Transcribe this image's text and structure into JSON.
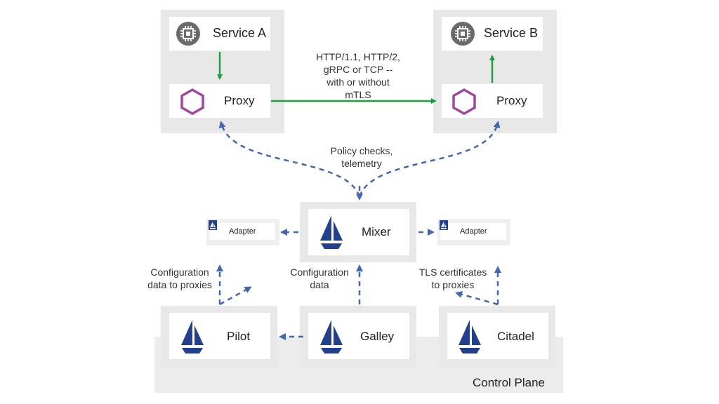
{
  "service_a": {
    "label": "Service A",
    "icon": "chip-icon"
  },
  "service_b": {
    "label": "Service B",
    "icon": "chip-icon"
  },
  "proxy_left": {
    "label": "Proxy",
    "icon": "hexagon-icon"
  },
  "proxy_right": {
    "label": "Proxy",
    "icon": "hexagon-icon"
  },
  "protocol_label": [
    "HTTP/1.1, HTTP/2,",
    "gRPC or TCP --",
    "with or without",
    "mTLS"
  ],
  "policy_label": [
    "Policy checks,",
    "telemetry"
  ],
  "mixer": {
    "label": "Mixer",
    "icon": "sail-icon"
  },
  "adapter_left": {
    "label": "Adapter",
    "icon": "sail-icon"
  },
  "adapter_right": {
    "label": "Adapter",
    "icon": "sail-icon"
  },
  "config_proxies_label": [
    "Configuration",
    "data to proxies"
  ],
  "config_data_label": [
    "Configuration",
    "data"
  ],
  "tls_label": [
    "TLS certificates",
    "to proxies"
  ],
  "pilot": {
    "label": "Pilot",
    "icon": "sail-icon"
  },
  "galley": {
    "label": "Galley",
    "icon": "sail-icon"
  },
  "citadel": {
    "label": "Citadel",
    "icon": "sail-icon"
  },
  "control_plane": {
    "label": "Control Plane"
  },
  "colors": {
    "green": "#1e9e3e",
    "blue": "#4266b1",
    "purple": "#a0479f",
    "navy": "#23408e",
    "panel": "#e8e8e8"
  }
}
